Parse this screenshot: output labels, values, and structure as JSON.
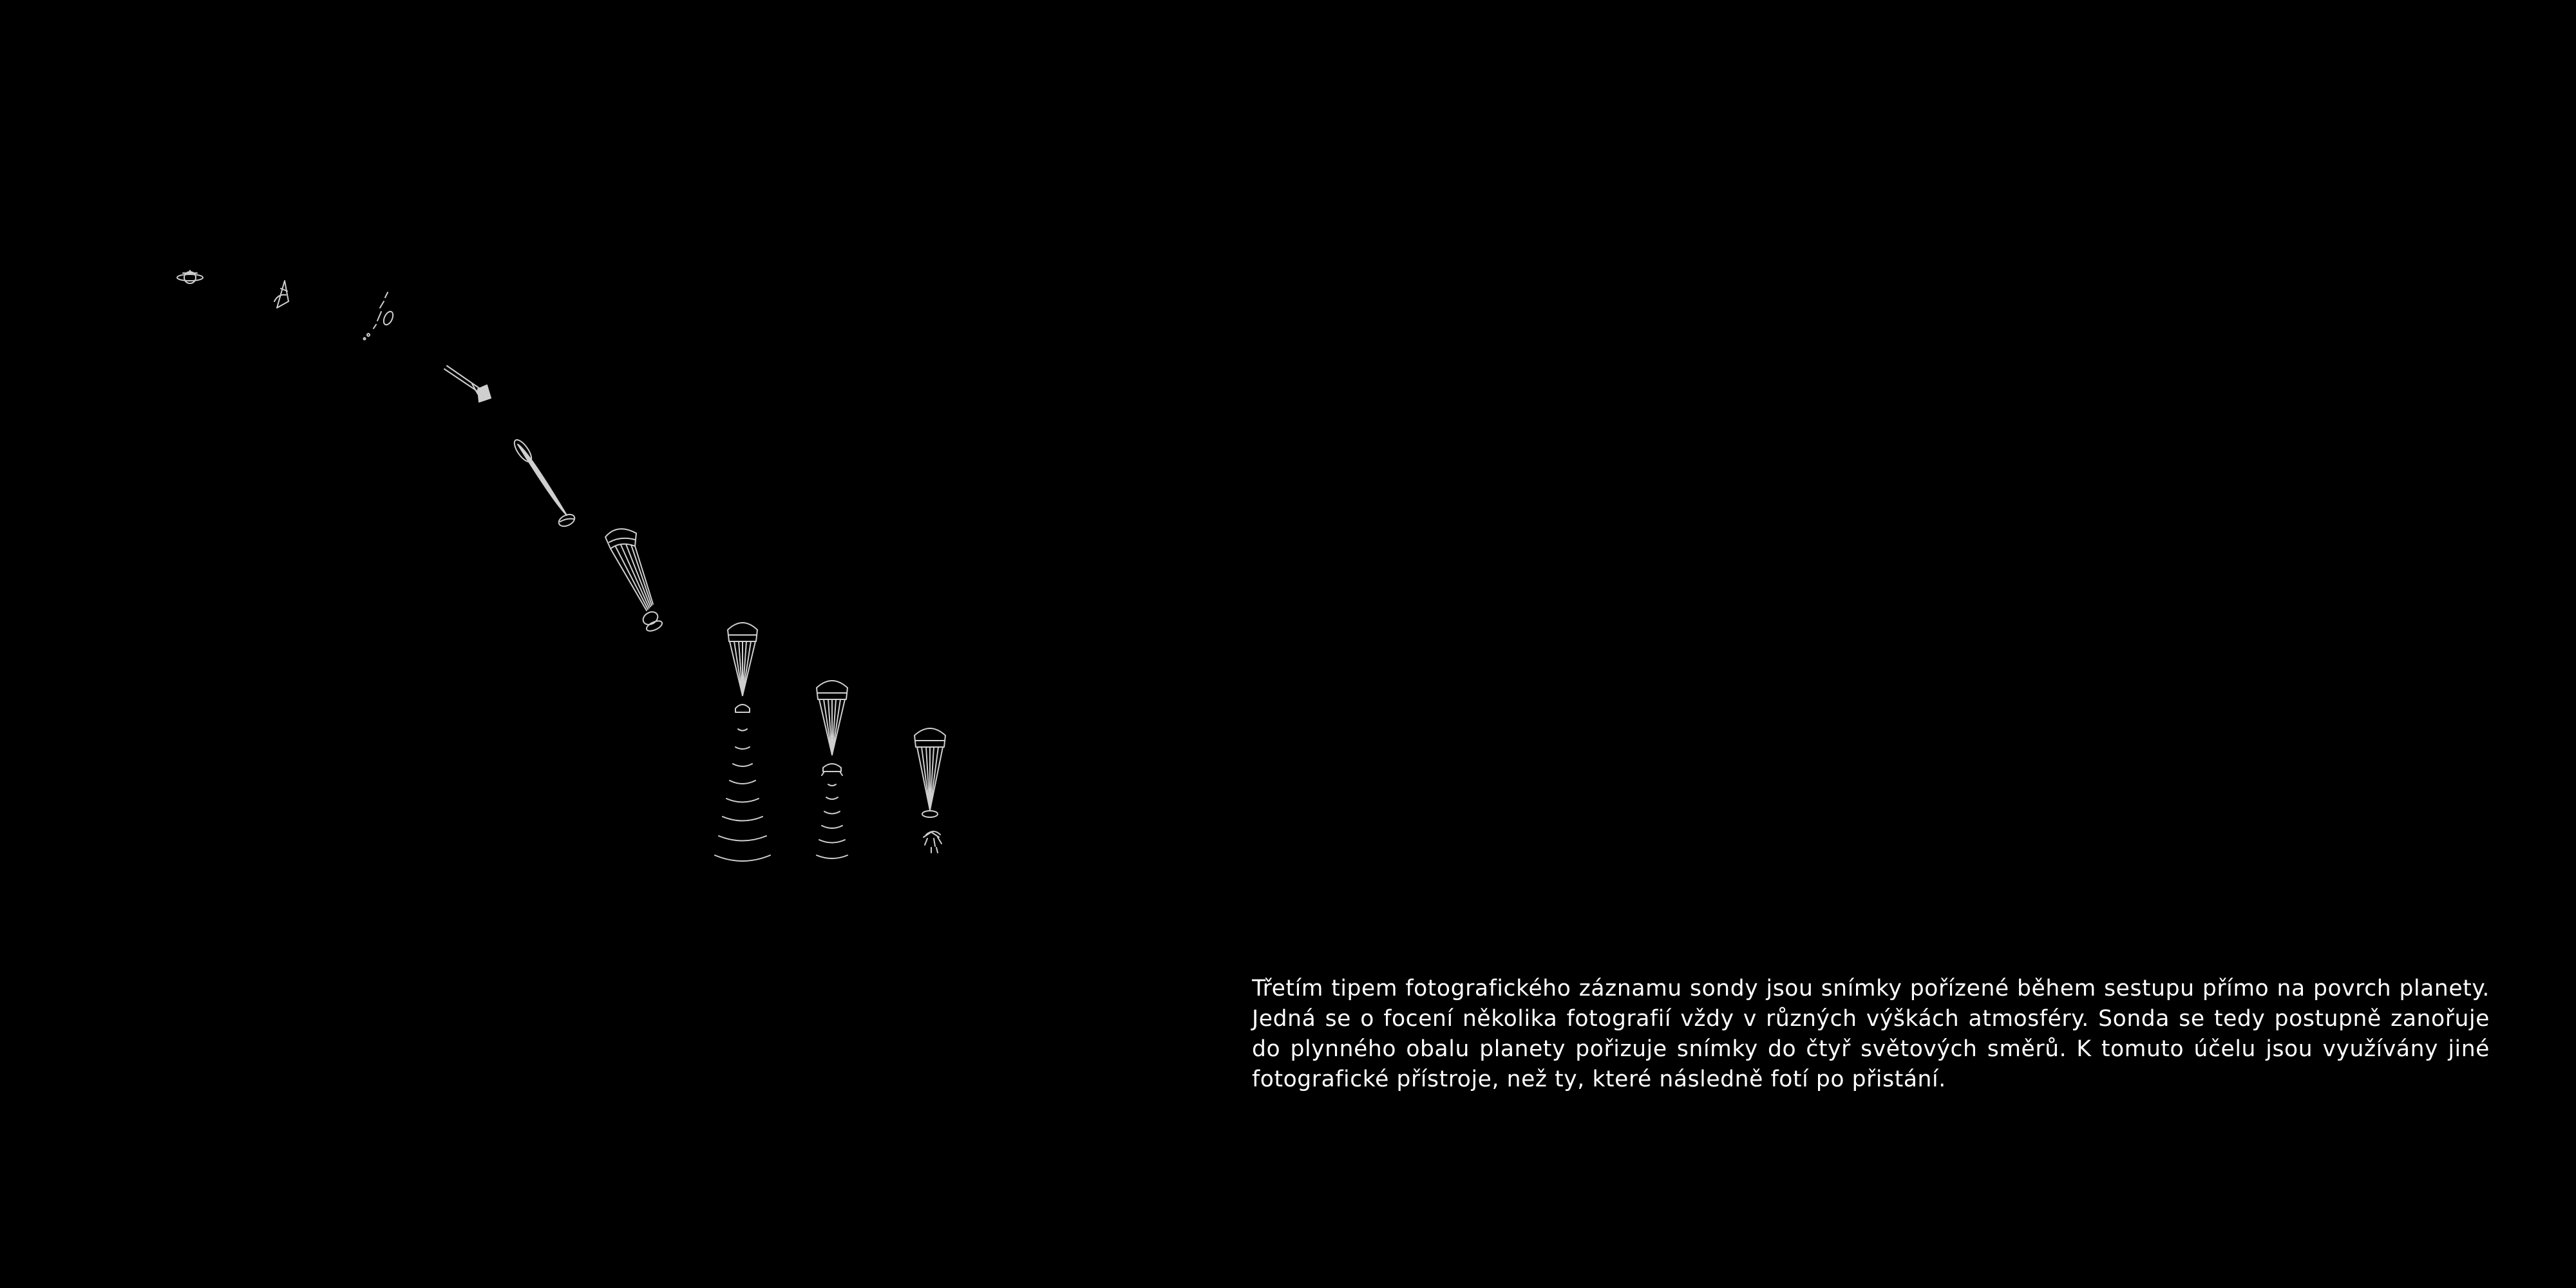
{
  "colors": {
    "background": "#000000",
    "text": "#ffffff",
    "line_art": "#cfcfcf"
  },
  "description": {
    "text": "Třetím tipem fotografického záznamu sondy jsou snímky pořízené během sestupu přímo na povrch planety. Jedná se o focení několika fotografií vždy v různých výškách atmosféry. Sonda se tedy postupně zanořuje do plynného obalu planety pořizuje snímky do čtyř světových směrů. K tomuto účelu jsou využívány jiné fotografické přístroje, než ty, které následně fotí po přistání."
  },
  "diagram": {
    "stages": [
      {
        "name": "orbiter",
        "icon": "spacecraft-icon"
      },
      {
        "name": "separation",
        "icon": "probe-separation-icon"
      },
      {
        "name": "debris",
        "icon": "debris-icon"
      },
      {
        "name": "entry",
        "icon": "entry-capsule-icon"
      },
      {
        "name": "plasma-trail",
        "icon": "entry-heat-icon"
      },
      {
        "name": "drogue-parachute",
        "icon": "parachute-icon"
      },
      {
        "name": "main-parachute-imaging",
        "icon": "parachute-sensor-icon"
      },
      {
        "name": "lower-parachute-imaging",
        "icon": "parachute-sensor-icon"
      },
      {
        "name": "landing",
        "icon": "lander-landing-icon"
      }
    ]
  }
}
